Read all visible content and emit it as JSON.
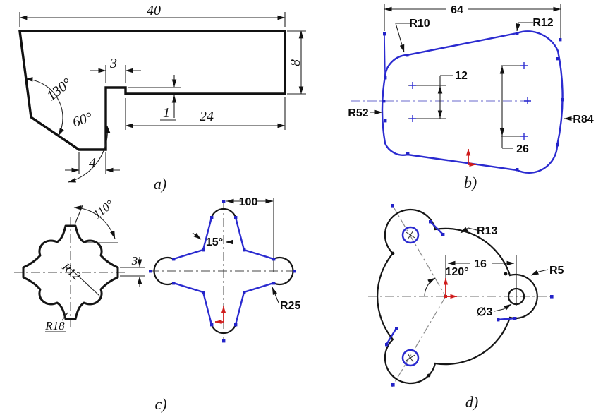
{
  "panels": {
    "a": {
      "label": "a)",
      "d40": "40",
      "d8": "8",
      "d3": "3",
      "d1": "1",
      "d24": "24",
      "d4": "4",
      "a130": "130°",
      "a60": "60°"
    },
    "b": {
      "label": "b)",
      "d64": "64",
      "r10": "R10",
      "r12": "R12",
      "r52": "R52",
      "r84": "R84",
      "d12": "12",
      "d26": "26"
    },
    "c": {
      "label": "c)",
      "a110": "110°",
      "r12": "R12",
      "r18": "R18",
      "d3": "3",
      "d100": "100",
      "a15": "15°",
      "r25": "R25"
    },
    "d": {
      "label": "d)",
      "r13": "R13",
      "r5": "R5",
      "d16": "16",
      "a120": "120°",
      "dia3": "∅3"
    }
  },
  "colors": {
    "sketch_blue": "#2b2bd0",
    "origin_red": "#cf1d1d",
    "centerline": "#9b9bdd",
    "line": "#111111"
  }
}
